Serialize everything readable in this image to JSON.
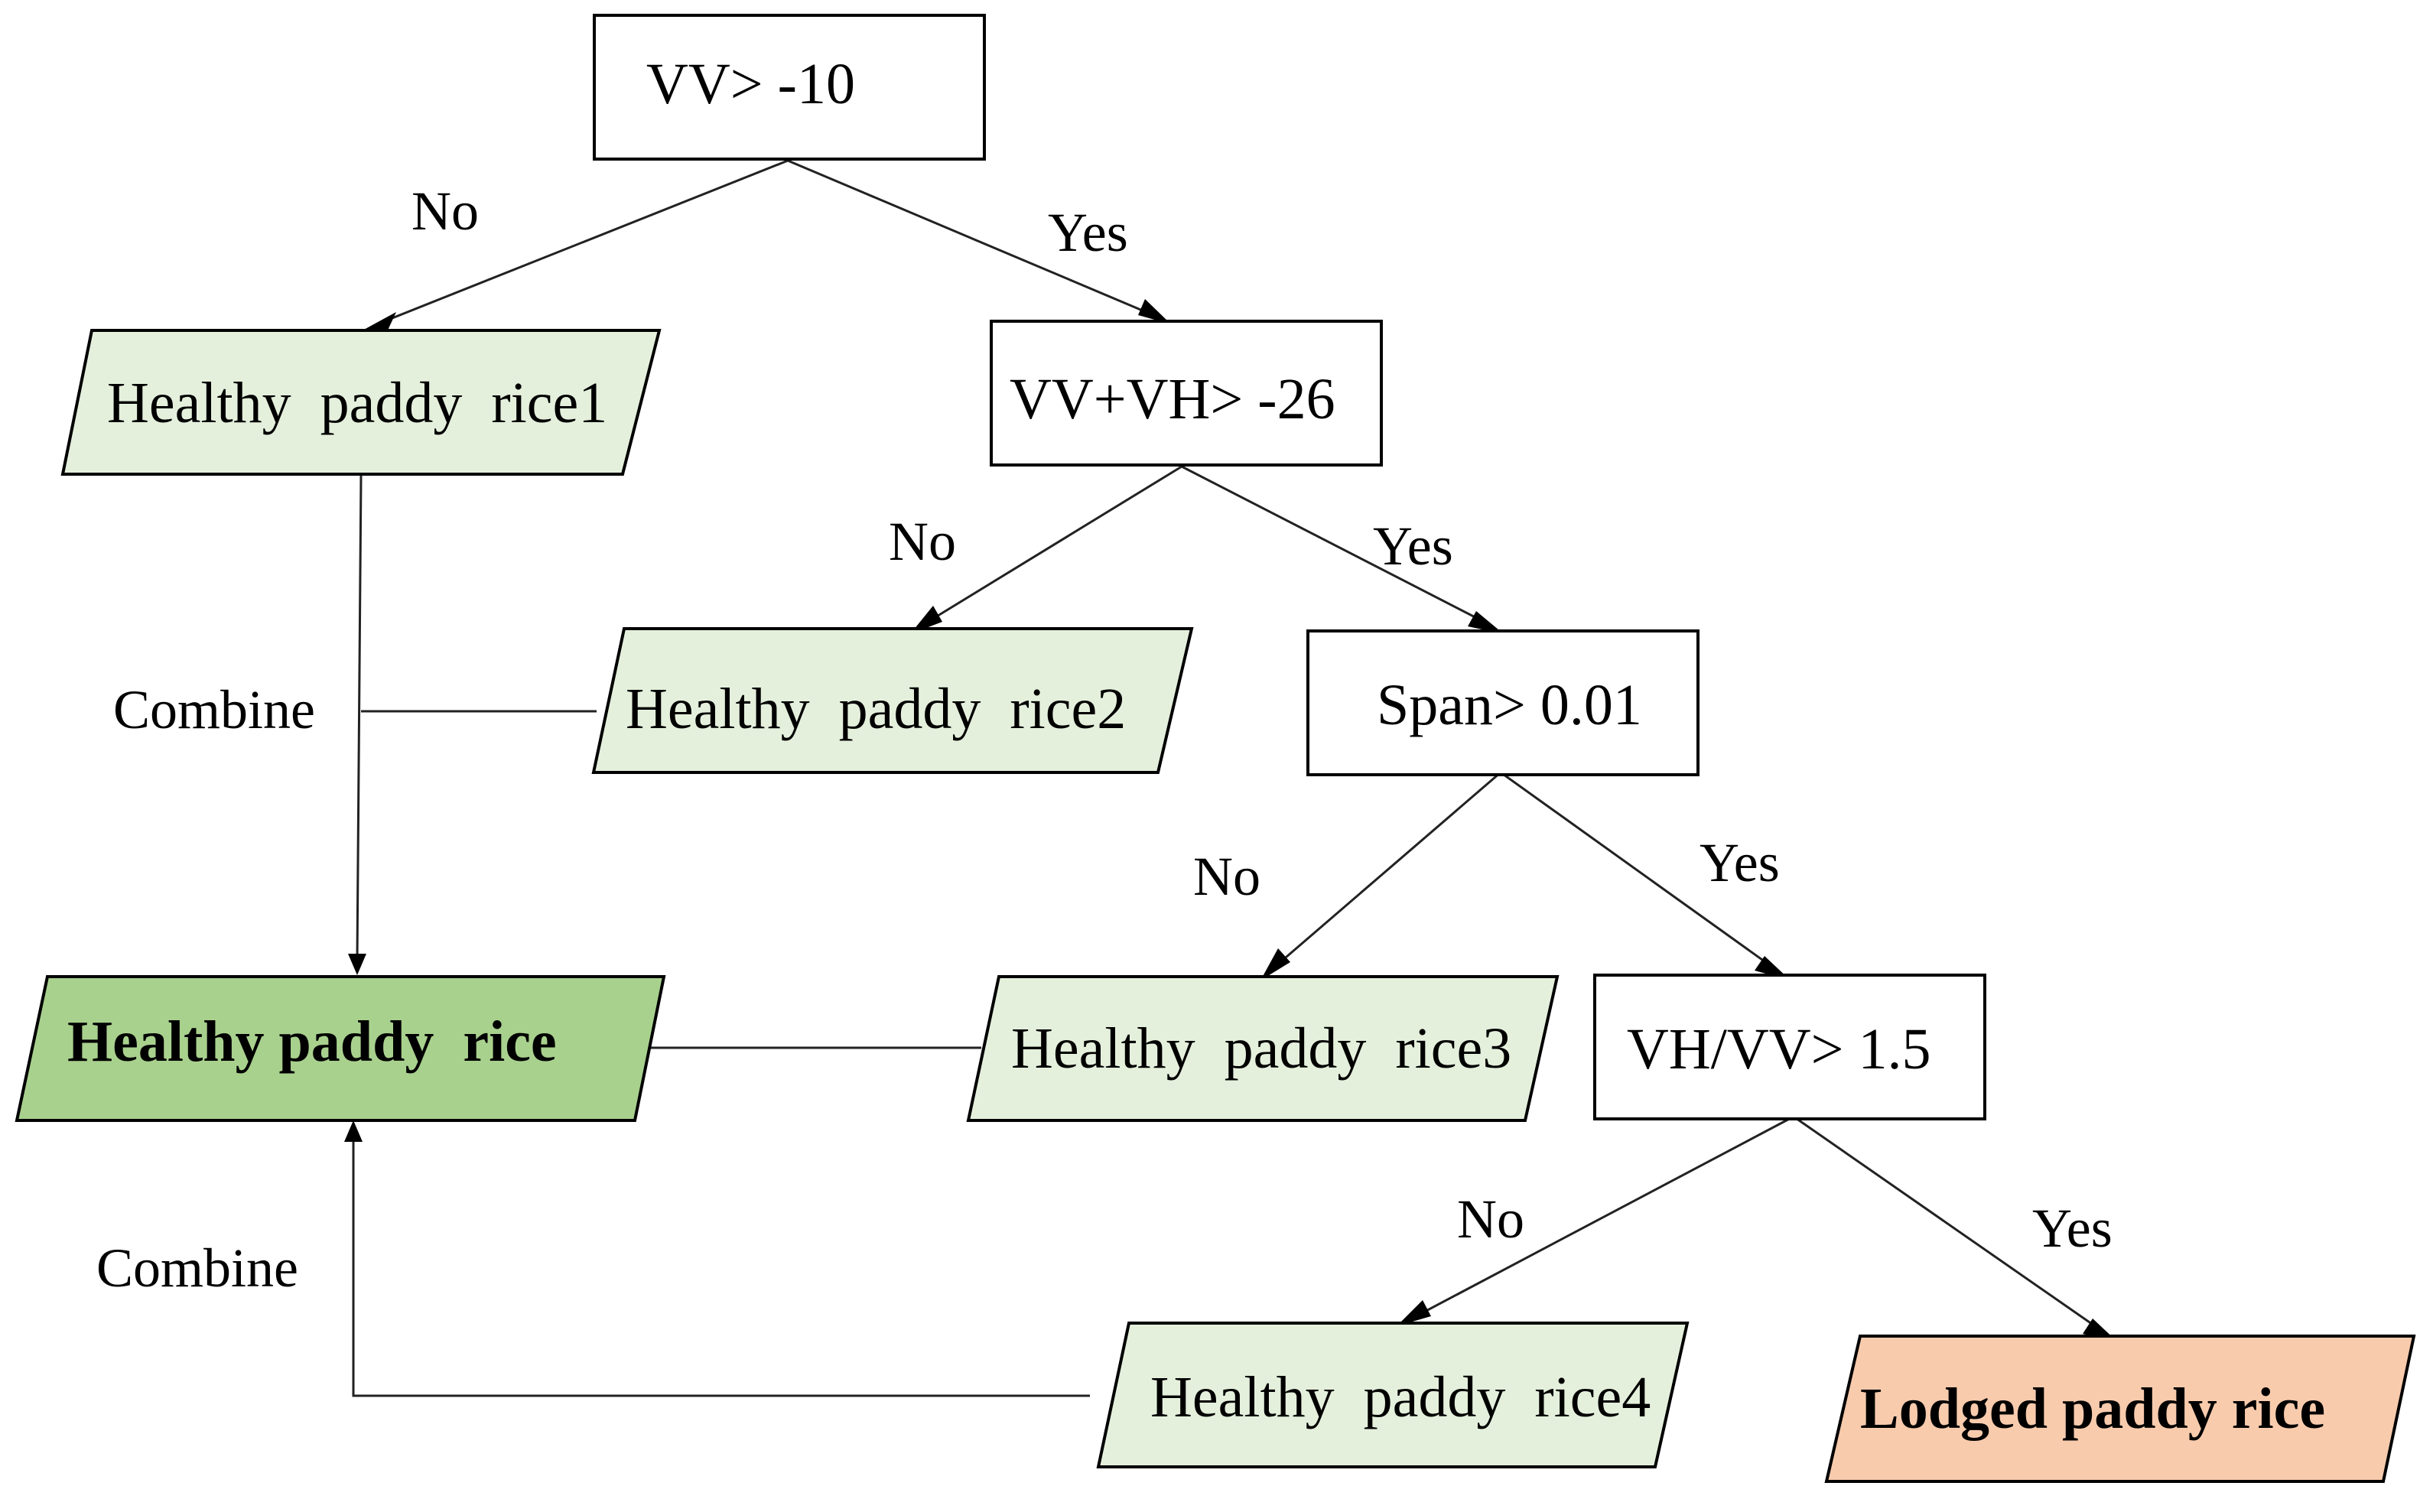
{
  "colors": {
    "light_green": "#e4f0dc",
    "mid_green": "#a9d18e",
    "orange": "#f8cbad",
    "line": "#222222"
  },
  "nodes": {
    "vv_condition": "VV> -10",
    "vv_vh_condition": "VV+VH> -26",
    "span_condition": "Span> 0.01",
    "vh_vv_condition": "VH/VV> 1.5",
    "healthy1": "Healthy  paddy  rice1",
    "healthy2": "Healthy  paddy  rice2",
    "healthy3": "Healthy  paddy  rice3",
    "healthy4": "Healthy  paddy  rice4",
    "healthy_final": "Healthy paddy  rice",
    "lodged_final": "Lodged paddy rice"
  },
  "edges": {
    "no_1": "No",
    "yes_1": "Yes",
    "no_2": "No",
    "yes_2": "Yes",
    "no_3": "No",
    "yes_3": "Yes",
    "no_4": "No",
    "yes_4": "Yes",
    "combine_1": "Combine",
    "combine_2": "Combine"
  }
}
